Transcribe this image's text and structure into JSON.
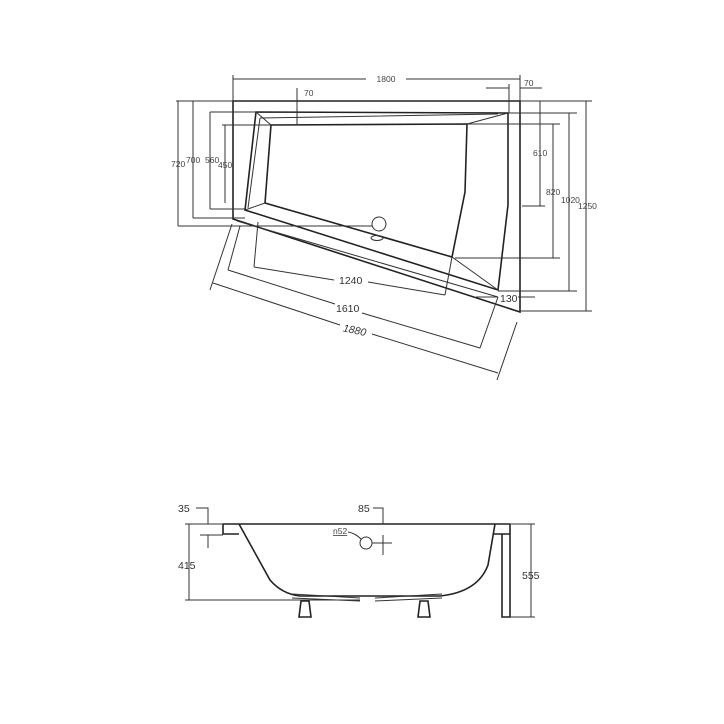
{
  "top_view": {
    "dimensions": {
      "overall_length": "1800",
      "rim_top": "70",
      "rim_right": "70",
      "left_720": "720",
      "left_700": "700",
      "left_560": "560",
      "left_450": "450",
      "right_610": "610",
      "right_820": "820",
      "right_1020": "1020",
      "right_1250": "1250",
      "rim_corner": "130",
      "diag_1240": "1240",
      "diag_1610": "1610",
      "diag_1880": "1880"
    }
  },
  "side_view": {
    "dimensions": {
      "rim_thickness": "35",
      "overflow_offset": "85",
      "overflow_diameter": "n52",
      "depth": "415",
      "total_height": "555"
    }
  },
  "line_color": "#333333"
}
